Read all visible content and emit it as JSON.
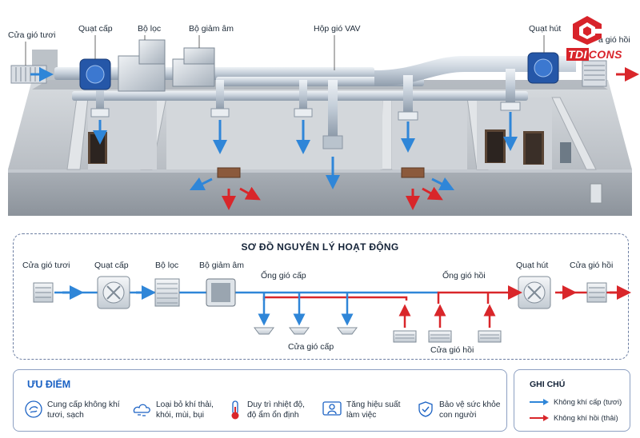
{
  "top": {
    "labels": {
      "fresh_air_inlet": "Cửa gió tươi",
      "supply_fan": "Quạt cấp",
      "filter": "Bộ lọc",
      "silencer": "Bộ giảm âm",
      "vav_box": "Hộp gió VAV",
      "exhaust_fan": "Quạt hút",
      "return_grille": "a gió hồi"
    }
  },
  "brand": {
    "prefix": "TDI",
    "suffix": "CONS"
  },
  "schematic": {
    "title": "SƠ ĐỒ NGUYÊN LÝ HOẠT ĐỘNG",
    "labels": {
      "fresh_air_inlet": "Cửa gió tươi",
      "supply_fan": "Quạt cấp",
      "filter": "Bộ lọc",
      "silencer": "Bộ giảm âm",
      "supply_duct": "Ống gió cấp",
      "return_duct": "Ống gió hồi",
      "exhaust_fan": "Quạt hút",
      "return_grille_out": "Cửa gió hồi",
      "supply_diffuser": "Cửa gió cấp",
      "return_grille_in": "Cửa gió hồi"
    }
  },
  "advantages": {
    "title": "ƯU ĐIỂM",
    "items": [
      {
        "line1": "Cung cấp không khí",
        "line2": "tươi, sạch"
      },
      {
        "line1": "Loại bỏ khí thải,",
        "line2": "khói, mùi, bụi"
      },
      {
        "line1": "Duy trì nhiệt độ,",
        "line2": "độ ẩm ổn định"
      },
      {
        "line1": "Tăng hiệu suất",
        "line2": "làm việc"
      },
      {
        "line1": "Bảo vệ sức khỏe",
        "line2": "con người"
      }
    ]
  },
  "legend": {
    "title": "GHI CHÚ",
    "supply": "Không khí cấp (tươi)",
    "return": "Không khí hồi (thải)"
  },
  "colors": {
    "supply": "#2f86d8",
    "return": "#d9262a",
    "duct": "#c9d3de",
    "accent": "#1b62c4",
    "brand_red": "#d8232a"
  }
}
